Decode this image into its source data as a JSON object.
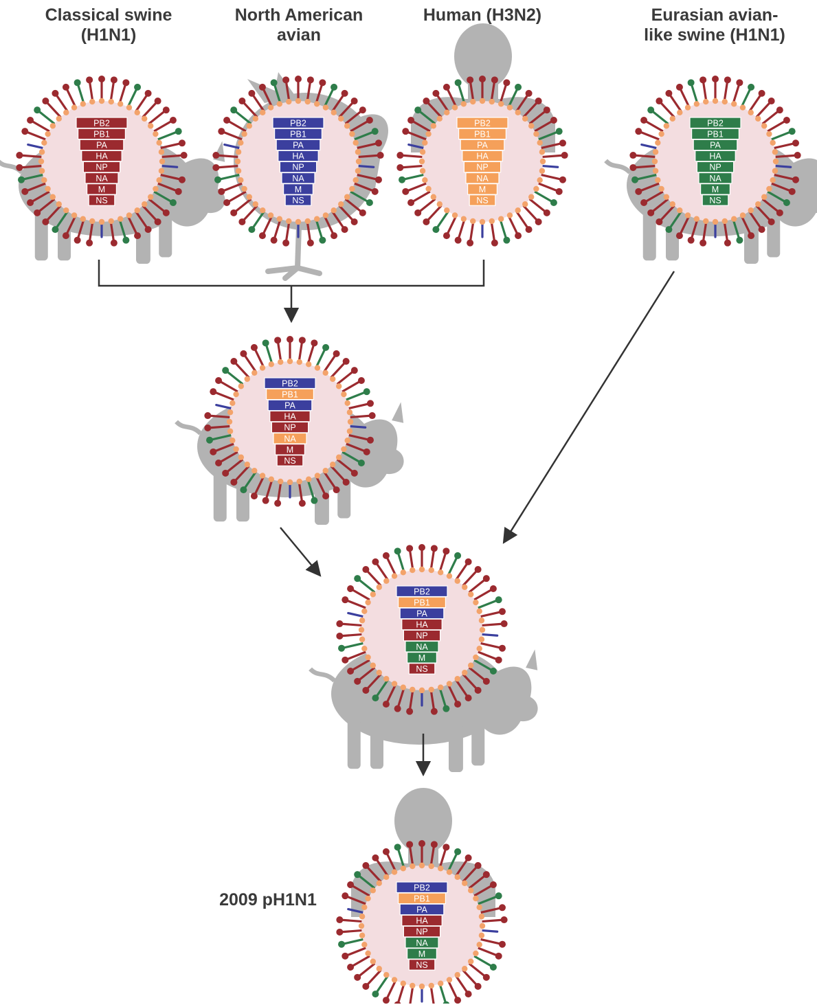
{
  "labels": {
    "classical_swine": [
      "Classical swine",
      "(H1N1)"
    ],
    "north_american_avian": [
      "North American",
      "avian"
    ],
    "human_h3n2": [
      "Human (H3N2)"
    ],
    "eurasian_swine": [
      "Eurasian avian-",
      "like swine (H1N1)"
    ],
    "pandemic": "2009 pH1N1"
  },
  "segments": [
    "PB2",
    "PB1",
    "PA",
    "HA",
    "NP",
    "NA",
    "M",
    "NS"
  ],
  "colors": {
    "classical": "#9b2a2f",
    "avian": "#3b3f9e",
    "human": "#f5a05a",
    "eurasian": "#2e7d4a",
    "virion_fill": "#f3dde0",
    "envelope_dots": "#f3a36b",
    "host_silhouette": "#b3b3b3",
    "arrow": "#333333"
  },
  "viruses": [
    {
      "id": "classical-swine",
      "host": "pig",
      "segments": [
        "classical",
        "classical",
        "classical",
        "classical",
        "classical",
        "classical",
        "classical",
        "classical"
      ]
    },
    {
      "id": "north-american-avian",
      "host": "bird",
      "segments": [
        "avian",
        "avian",
        "avian",
        "avian",
        "avian",
        "avian",
        "avian",
        "avian"
      ]
    },
    {
      "id": "human-h3n2",
      "host": "human",
      "segments": [
        "human",
        "human",
        "human",
        "human",
        "human",
        "human",
        "human",
        "human"
      ]
    },
    {
      "id": "eurasian-swine",
      "host": "pig",
      "segments": [
        "eurasian",
        "eurasian",
        "eurasian",
        "eurasian",
        "eurasian",
        "eurasian",
        "eurasian",
        "eurasian"
      ]
    },
    {
      "id": "triple-reassortant",
      "host": "pig",
      "segments": [
        "avian",
        "human",
        "avian",
        "classical",
        "classical",
        "human",
        "classical",
        "classical"
      ]
    },
    {
      "id": "swine-reassortant",
      "host": "pig",
      "segments": [
        "avian",
        "human",
        "avian",
        "classical",
        "classical",
        "eurasian",
        "eurasian",
        "classical"
      ]
    },
    {
      "id": "pandemic-2009",
      "host": "human",
      "segments": [
        "avian",
        "human",
        "avian",
        "classical",
        "classical",
        "eurasian",
        "eurasian",
        "classical"
      ]
    }
  ]
}
